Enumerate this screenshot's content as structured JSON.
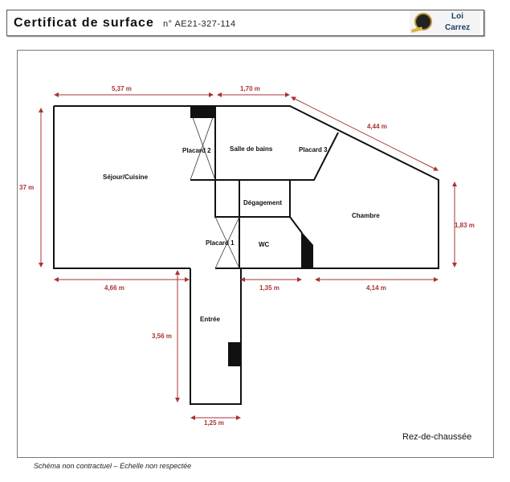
{
  "header": {
    "title": "Certificat de surface",
    "number": "n° AE21-327-114",
    "logo_line1": "Loi",
    "logo_line2": "Carrez"
  },
  "plan": {
    "rooms": {
      "sejour": "Séjour/Cuisine",
      "placard2": "Placard 2",
      "sdb": "Salle de bains",
      "placard3": "Placard 3",
      "degagement": "Dégagement",
      "chambre": "Chambre",
      "placard1": "Placard 1",
      "wc": "WC",
      "entree": "Entrée"
    },
    "dimensions": {
      "top_left": "5,37 m",
      "top_mid": "1,70 m",
      "diag": "4,44 m",
      "left": "37 m",
      "right": "1,83 m",
      "bottom_left": "4,66 m",
      "bottom_mid": "1,35 m",
      "bottom_right": "4,14 m",
      "entree_height": "3,56 m",
      "entree_width": "1,25 m"
    },
    "level": "Rez-de-chaussée"
  },
  "footer": "Schéma non contractuel – Echelle non respectée",
  "colors": {
    "dimension": "#aa3333",
    "wall": "#111111"
  }
}
